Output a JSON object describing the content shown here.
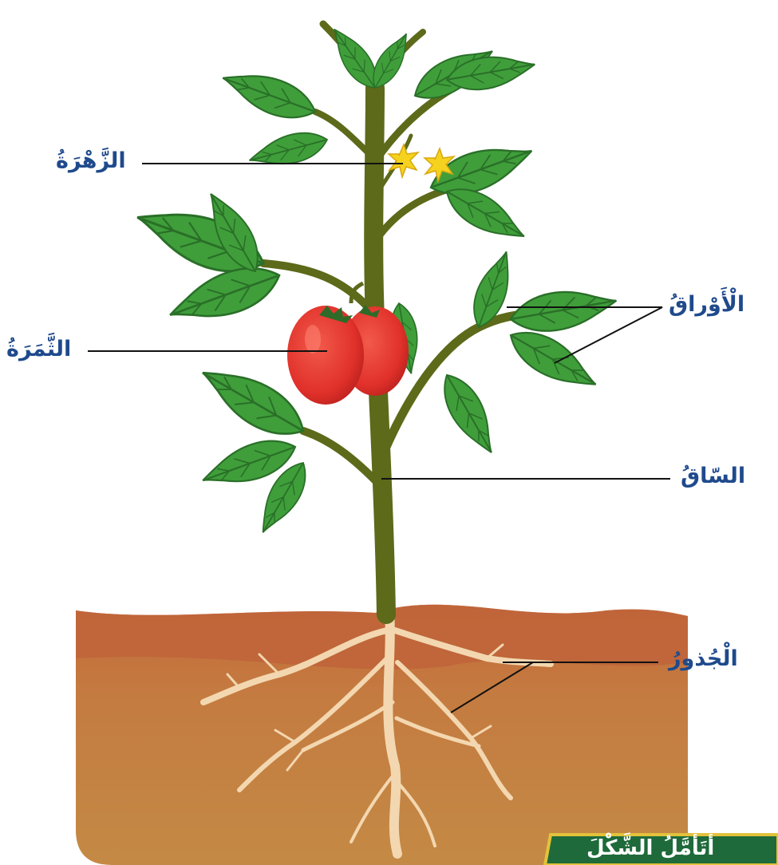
{
  "labels": {
    "flower": "الزَّهْرَةُ",
    "fruit": "الثَّمَرَةُ",
    "leaves": "الْأَوْراقُ",
    "stem": "السّاقُ",
    "roots": "الْجُذورُ"
  },
  "banner": {
    "text": "أَتَأَمَّلُ الشَّكْلَ"
  },
  "colors": {
    "label_text": "#1f4a8c",
    "banner_fill": "#1e6a3a",
    "banner_border": "#e2c23a",
    "soil_top": "#c46a3a",
    "soil_bottom": "#c48a45",
    "stem": "#5c6a1a",
    "leaf": "#3f9e3a",
    "fruit": "#e0302a",
    "flower": "#f5d21e",
    "root": "#f3d7b0"
  },
  "icons": [
    "tomato-plant-illustration"
  ]
}
